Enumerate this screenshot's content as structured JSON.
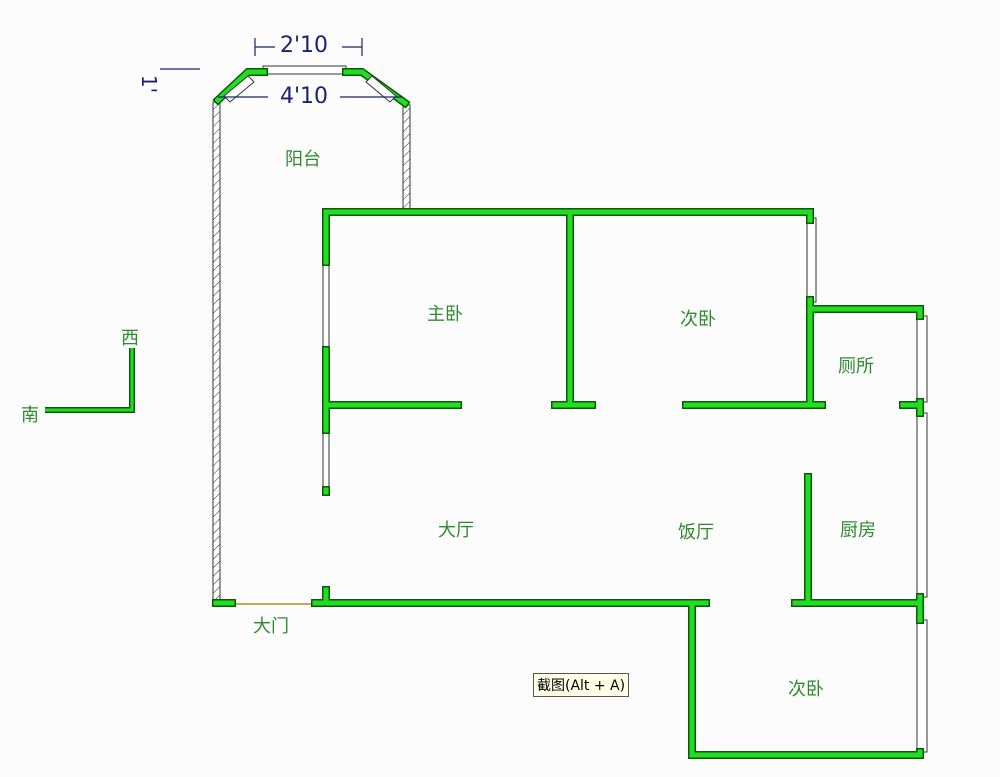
{
  "rooms": {
    "balcony": "阳台",
    "master_bedroom": "主卧",
    "second_bedroom_top": "次卧",
    "toilet": "厕所",
    "living_room": "大厅",
    "dining_room": "饭厅",
    "kitchen": "厨房",
    "second_bedroom_bottom": "次卧",
    "main_door": "大门"
  },
  "dimensions": {
    "top": "2'10",
    "bottom": "4'10",
    "side": "1'"
  },
  "compass": {
    "west": "西",
    "south": "南"
  },
  "tooltip": "截图(Alt + A)",
  "colors": {
    "wall": "#22dd22",
    "wall_edge": "#0a5a0a",
    "label": "#2f8a2f",
    "dimension": "#1a2370"
  }
}
